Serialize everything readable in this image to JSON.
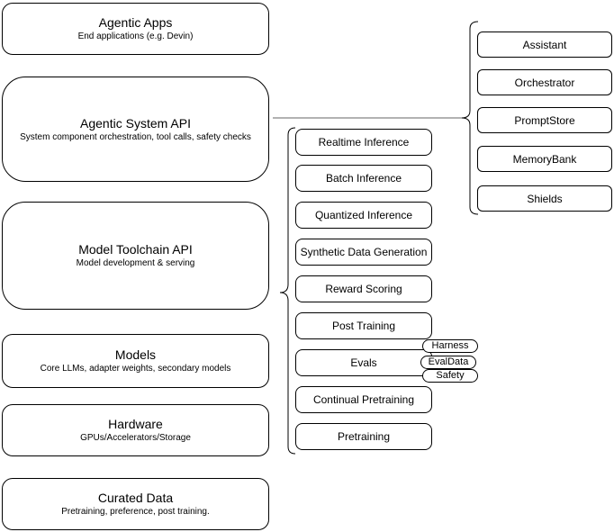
{
  "diagram": {
    "left_stack": [
      {
        "title": "Agentic Apps",
        "subtitle": "End applications (e.g. Devin)"
      },
      {
        "title": "Agentic System API",
        "subtitle": "System component orchestration, tool calls, safety checks"
      },
      {
        "title": "Model Toolchain API",
        "subtitle": "Model development & serving"
      },
      {
        "title": "Models",
        "subtitle": "Core LLMs, adapter weights, secondary models"
      },
      {
        "title": "Hardware",
        "subtitle": "GPUs/Accelerators/Storage"
      },
      {
        "title": "Curated Data",
        "subtitle": "Pretraining, preference, post training."
      }
    ],
    "toolchain_group": [
      "Realtime Inference",
      "Batch Inference",
      "Quantized Inference",
      "Synthetic Data Generation",
      "Reward Scoring",
      "Post Training",
      "Evals",
      "Continual Pretraining",
      "Pretraining"
    ],
    "evals_tags": [
      "Harness",
      "EvalData",
      "Safety"
    ],
    "system_group": [
      "Assistant",
      "Orchestrator",
      "PromptStore",
      "MemoryBank",
      "Shields"
    ],
    "colors": {
      "stroke": "#000000",
      "fill": "#ffffff",
      "text": "#000000",
      "connector": "#666666"
    }
  }
}
